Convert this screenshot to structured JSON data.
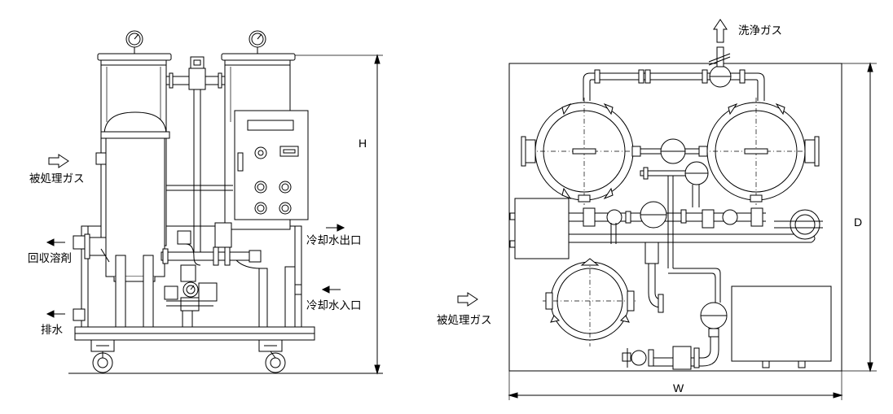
{
  "side_view": {
    "labels": {
      "inlet_gas": "被処理ガス",
      "recovered_solvent": "回収溶剤",
      "drain": "排水",
      "cooling_water_outlet": "冷却水出口",
      "cooling_water_inlet": "冷却水入口"
    },
    "dimension_height": "H"
  },
  "plan_view": {
    "labels": {
      "cleaned_gas": "洗浄ガス",
      "inlet_gas": "被処理ガス"
    },
    "dimension_depth": "D",
    "dimension_width": "W"
  }
}
